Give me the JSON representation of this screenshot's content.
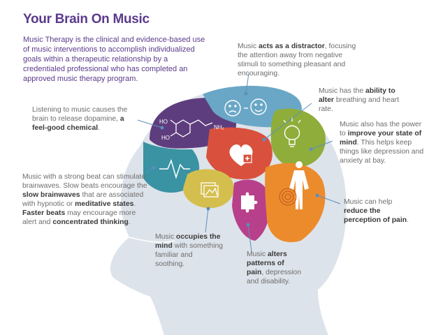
{
  "title": "Your Brain On Music",
  "intro": "Music Therapy is the clinical and evidence-based use of music interventions to accomplish individualized goals within a therapeutic relationship by a credentialed professional who has completed an approved music therapy program.",
  "molecule": {
    "ho1": "HO",
    "ho2": "HO",
    "nh2": "NH₂"
  },
  "callouts": {
    "distractor": {
      "pre": "Music ",
      "bold": "acts as a distractor",
      "post": ", focusing the attention away from negative stimuli to something pleasant and encouraging."
    },
    "breathing": {
      "pre": "Music has the ",
      "bold": "ability to alter",
      "post": " breathing and heart rate."
    },
    "dopamine": {
      "pre": "Listening to music causes the brain to release dopamine, ",
      "bold": "a feel-good chemical",
      "post": "."
    },
    "mood": {
      "pre": "Music also has the power to ",
      "bold": "improve your state of mind",
      "post": ". This helps keep things like depression and anxiety at bay."
    },
    "brainwaves": {
      "p1": "Music with a strong beat can stimulate brainwaves. Slow beats encourage the ",
      "b1": "slow brainwaves",
      "p2": " that are associated with hypnotic or ",
      "b2": "meditative states",
      "p3": ". ",
      "b3": "Faster beats",
      "p4": " may encourage more alert and ",
      "b4": "concentrated thinking",
      "p5": "."
    },
    "pain": {
      "pre": "Music can help ",
      "bold": "reduce the perception of pain",
      "post": "."
    },
    "occupies": {
      "pre": "Music ",
      "bold": "occupies the mind",
      "post": " with something familiar and soothing."
    },
    "patterns": {
      "pre": "Music ",
      "bold": "alters patterns of pain",
      "post": ", depression and disability."
    }
  },
  "colors": {
    "title": "#5b3a8c",
    "purple_region": "#5e3d7e",
    "blue_region": "#6aa7c6",
    "teal_region": "#3a93a3",
    "red_region": "#d9513d",
    "green_region": "#8fad3a",
    "yellow_region": "#d4bf4e",
    "magenta_region": "#b8408a",
    "orange_region": "#ec8b2c",
    "callout_dots": "#5b8fbd",
    "head": "#dde3ea"
  }
}
